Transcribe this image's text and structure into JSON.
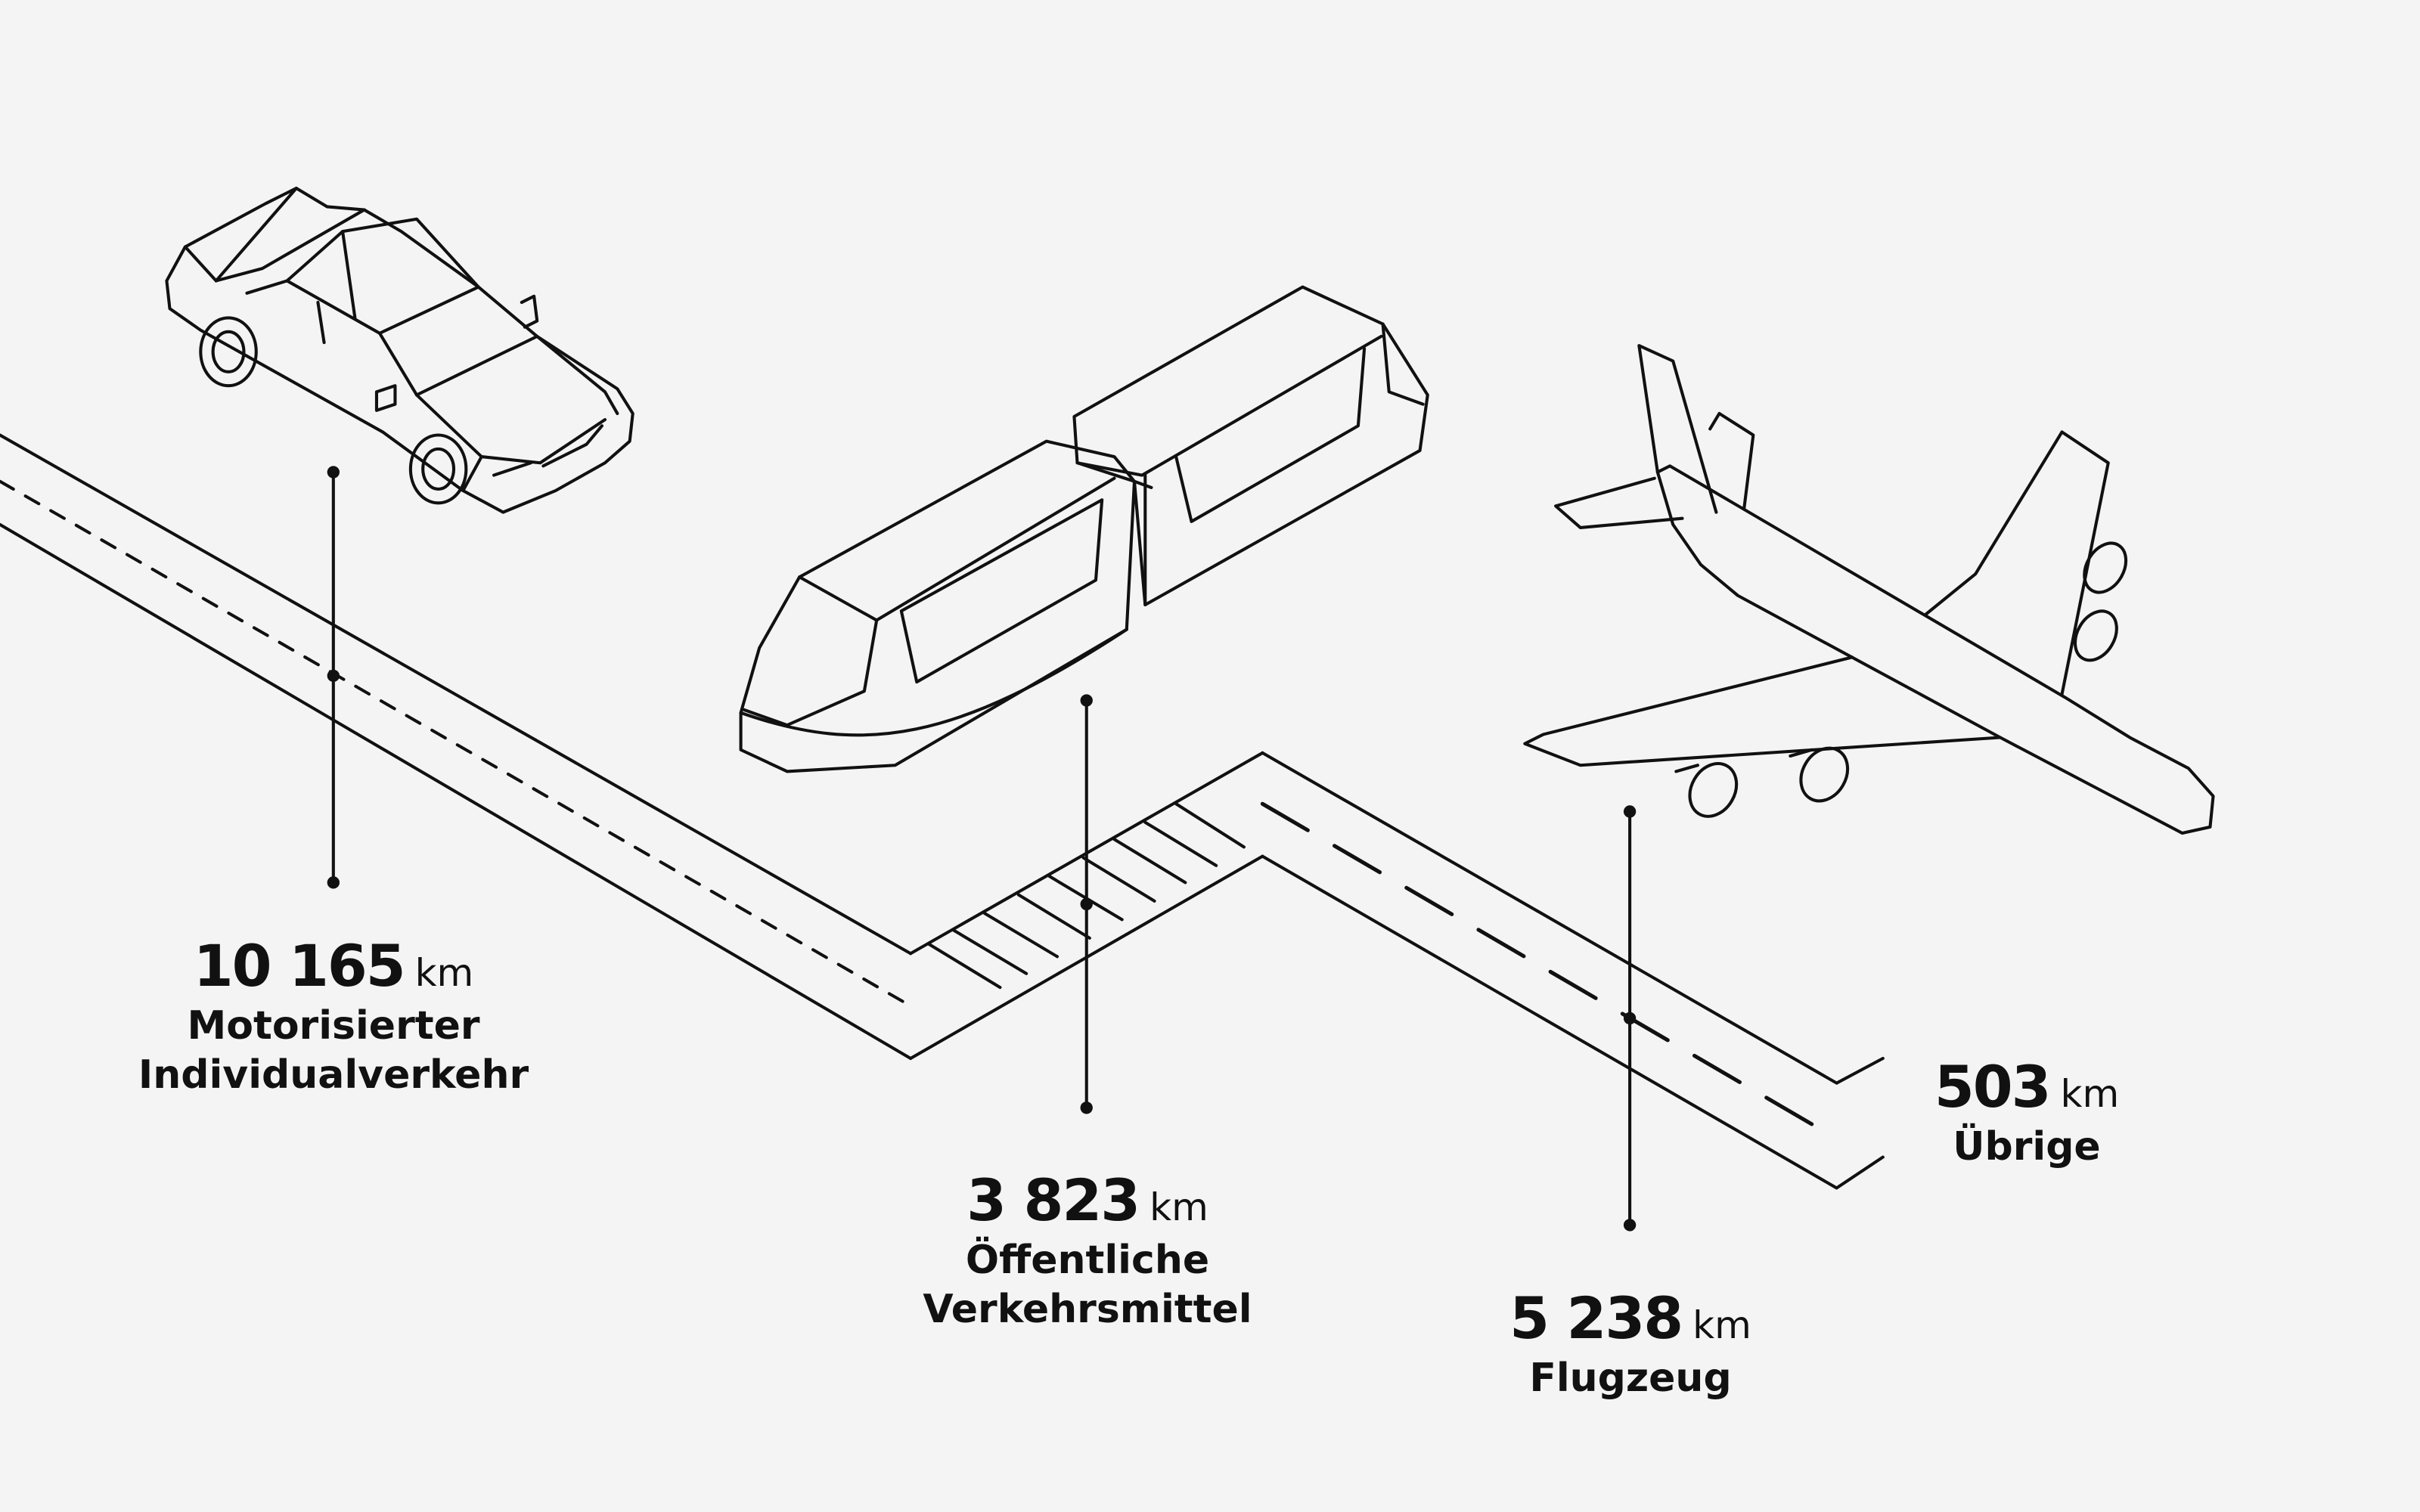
{
  "items": [
    {
      "value": "10 165",
      "unit": "km",
      "label_lines": [
        "Motorisierter",
        "Individualverkehr"
      ]
    },
    {
      "value": "3 823",
      "unit": "km",
      "label_lines": [
        "Öffentliche",
        "Verkehrsmittel"
      ]
    },
    {
      "value": "5 238",
      "unit": "km",
      "label_lines": [
        "Flugzeug"
      ]
    },
    {
      "value": "503",
      "unit": "km",
      "label_lines": [
        "Übrige"
      ]
    }
  ]
}
